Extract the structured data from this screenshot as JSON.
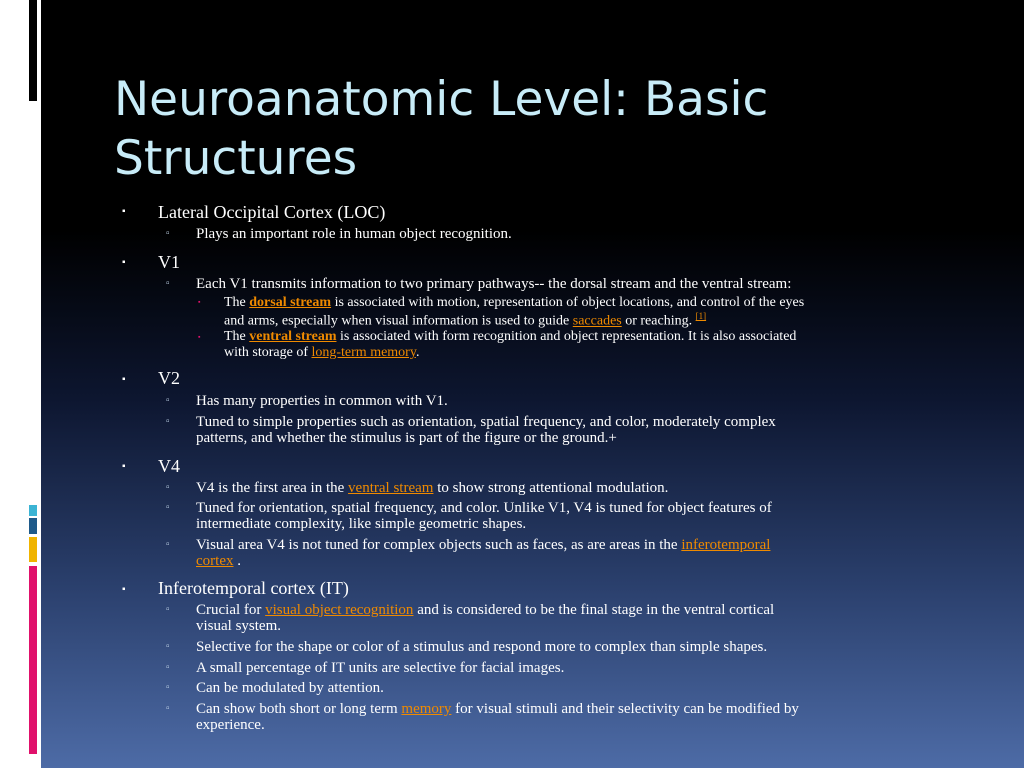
{
  "slide": {
    "title_line1": "Neuroanatomic Level:  Basic",
    "title_line2": "Structures"
  },
  "loc": {
    "heading": "Lateral Occipital Cortex (LOC)",
    "p1": "Plays an important role in human object recognition."
  },
  "v1": {
    "heading": "V1",
    "p1": "Each V1 transmits information to two primary pathways-- the dorsal stream and the ventral stream:",
    "dorsal_pre": "The ",
    "dorsal_link": "dorsal stream",
    "dorsal_mid": "  is associated with motion, representation of object locations, and control of the eyes",
    "dorsal_line2_pre": "and arms, especially when visual information is used to guide ",
    "saccades_link": "saccades",
    "dorsal_line2_post": " or reaching. ",
    "ref": "[1]",
    "ventral_pre": "The ",
    "ventral_link": "ventral stream",
    "ventral_post": " is associated with form recognition and object representation. It is also associated",
    "ventral_line2_pre": "with storage of ",
    "ltm_link": "long-term memory",
    "ventral_line2_post": "."
  },
  "v2": {
    "heading": "V2",
    "p1": "Has many properties in common with V1.",
    "p2_line1": "Tuned to simple properties such as orientation, spatial frequency, and color, moderately complex",
    "p2_line2": "patterns, and whether the stimulus is part of the figure or the ground.+"
  },
  "v4": {
    "heading": "V4",
    "p1_pre": "V4 is the first area in the ",
    "p1_link": "ventral stream",
    "p1_post": " to show strong attentional modulation.",
    "p2_line1": "Tuned for orientation, spatial frequency, and color. Unlike V1, V4 is tuned for object features of",
    "p2_line2": "intermediate complexity, like simple geometric shapes.",
    "p3_pre": "Visual area V4 is not tuned for complex objects such as faces, as are areas in the ",
    "p3_link1": "inferotemporal",
    "p3_link2": "cortex",
    "p3_post": " ."
  },
  "it": {
    "heading": "Inferotemporal cortex (IT)",
    "p1_pre": " Crucial for ",
    "p1_link": "visual object recognition",
    "p1_post": " and is considered to be the final stage in the ventral cortical",
    "p1_line2": "visual system.",
    "p2": " Selective for the shape or color of a stimulus and respond more to complex than simple shapes.",
    "p3": "A small percentage of IT units are selective for facial images.",
    "p4": "Can be modulated by attention.",
    "p5_pre": "Can show both short or long term ",
    "p5_link": "memory",
    "p5_post": " for visual stimuli and their selectivity can be modified by",
    "p5_line2": "experience."
  },
  "bullets": {
    "level1": "▪",
    "level2": "▫",
    "level3": "▪"
  },
  "colors": {
    "title": "#c8ecf8",
    "link": "#ef8a00",
    "accent_pink": "#e0116b",
    "accent_yellow": "#f0b400",
    "accent_blue": "#3cb4d4"
  }
}
